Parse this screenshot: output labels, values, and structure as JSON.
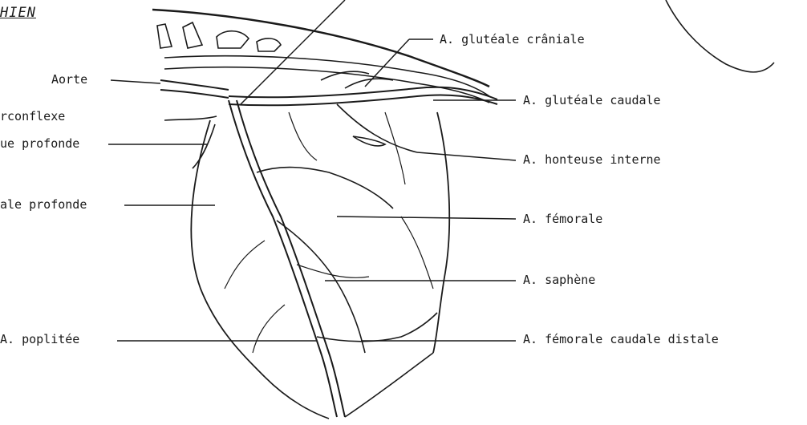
{
  "title": "HIEN",
  "labels": {
    "aorte": "Aorte",
    "circonflexe": "rconflexe",
    "iliaque_profonde": "ue profonde",
    "femorale_profonde": "ale profonde",
    "poplitee": "A. poplitée",
    "glutéale_craniale": "A. glutéale crâniale",
    "glutéale_caudale": "A. glutéale caudale",
    "honteuse_interne": "A. honteuse interne",
    "femorale": "A. fémorale",
    "saphene": "A. saphène",
    "femorale_caudale_distale": "A. fémorale caudale distale"
  },
  "colors": {
    "ink": "#1a1a1a",
    "background": "#ffffff"
  }
}
